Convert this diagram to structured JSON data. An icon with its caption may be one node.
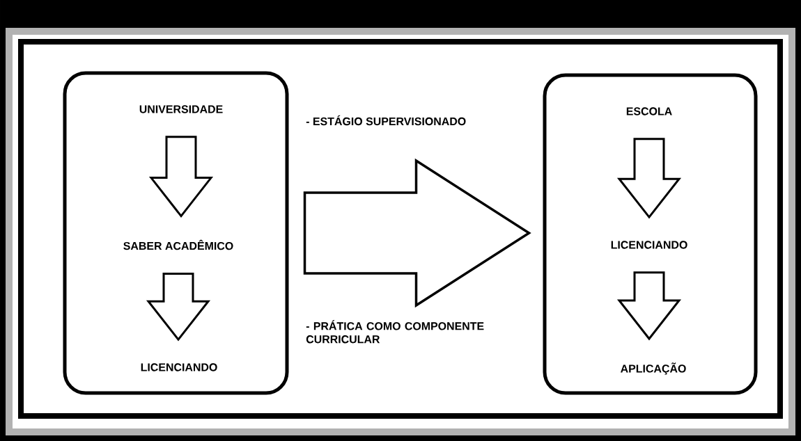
{
  "diagram": {
    "nodes": [
      {
        "text": [],
        "shape": "box"
      },
      {
        "text": [
          "UNIVERSIDADE"
        ],
        "in": 0
      },
      {
        "text": [
          "SABER ACADÊMICO"
        ],
        "in": 0
      },
      {
        "text": [
          "LICENCIANDO"
        ],
        "in": 0
      },
      {
        "text": [],
        "shape": "box"
      },
      {
        "text": [
          "ESCOLA"
        ],
        "in": 4
      },
      {
        "text": [
          "LICENCIANDO"
        ],
        "in": 4
      },
      {
        "text": [
          "APLICAÇÃO"
        ],
        "in": 4
      }
    ],
    "edges": [
      {
        "from": 1,
        "to": 2,
        "arrow": "to"
      },
      {
        "from": 2,
        "to": 3,
        "arrow": "to"
      },
      {
        "from": 0,
        "to": 4,
        "arrow": "to",
        "style": "thick"
      },
      {
        "from": 5,
        "to": 6,
        "arrow": "to"
      },
      {
        "from": 6,
        "to": 7,
        "arrow": "to"
      }
    ],
    "labels": [
      "- ESTÁGIO SUPERVISIONADO",
      "- PRÁTICA COMO COMPONENTE CURRICULAR"
    ]
  }
}
